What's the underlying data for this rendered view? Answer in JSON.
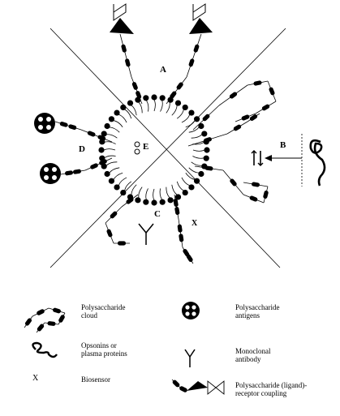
{
  "diagram": {
    "labels": {
      "A": "A",
      "B": "B",
      "C": "C",
      "D": "D",
      "E": "E",
      "X": "X"
    }
  },
  "legend": {
    "items": [
      {
        "key": "cloud",
        "text": "Polysaccharide\ncloud"
      },
      {
        "key": "antigens",
        "text": "Polysaccharide\nantigens"
      },
      {
        "key": "opsonins",
        "text": "Opsonins or\nplasma proteins"
      },
      {
        "key": "antibody",
        "text": "Monoclonal\nantibody"
      },
      {
        "key": "biosensor",
        "text": "Biosensor",
        "symbol": "X"
      },
      {
        "key": "coupling",
        "text": "Polysaccharide (ligand)-\nreceptor coupling"
      }
    ]
  }
}
